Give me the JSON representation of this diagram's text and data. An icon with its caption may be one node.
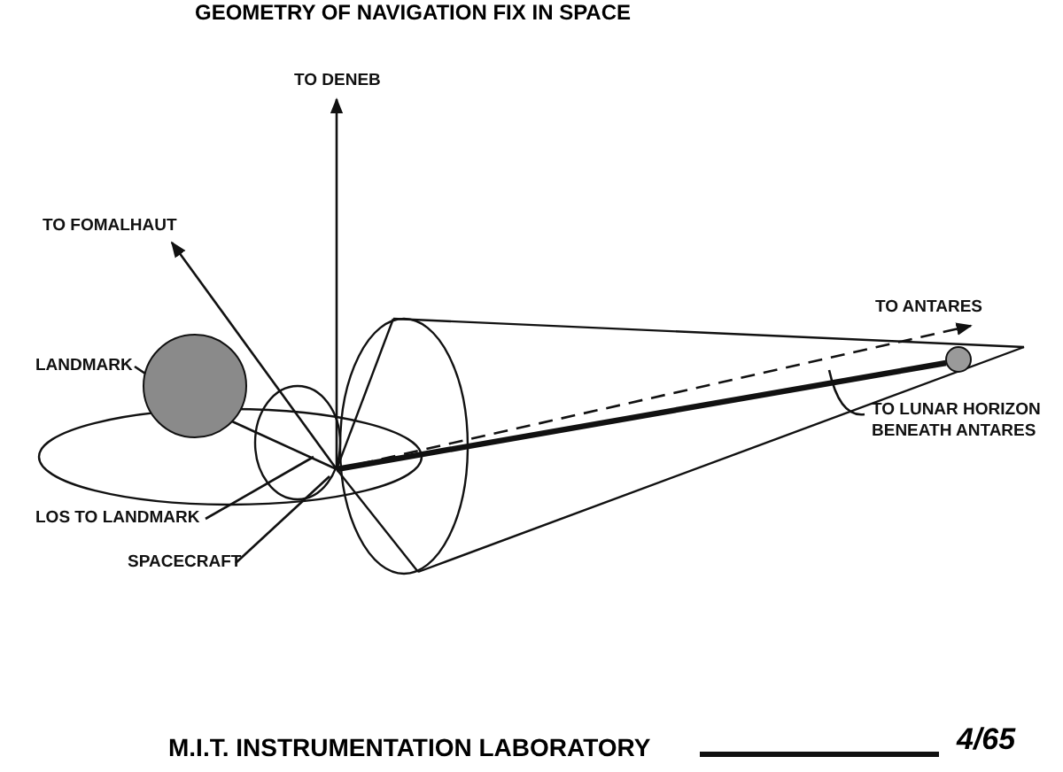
{
  "diagram": {
    "title": "GEOMETRY OF NAVIGATION FIX IN SPACE",
    "nodes": [
      {
        "text": [
          "TO DENEB"
        ]
      },
      {
        "text": [
          "TO FOMALHAUT"
        ]
      },
      {
        "text": [
          "LANDMARK"
        ]
      },
      {
        "text": [],
        "shape": "circle"
      },
      {
        "text": [
          "LOS TO LANDMARK"
        ]
      },
      {
        "text": [
          "SPACECRAFT"
        ]
      },
      {
        "text": [
          "TO ANTARES"
        ]
      },
      {
        "text": [],
        "shape": "circle"
      },
      {
        "text": [
          "TO LUNAR HORIZON BENEATH ANTARES"
        ]
      }
    ],
    "edges": [
      {
        "from": null,
        "to": 0,
        "arrow": "to"
      },
      {
        "from": null,
        "to": 1,
        "arrow": "to"
      },
      {
        "from": 2,
        "to": 3,
        "arrow": "none"
      },
      {
        "from": null,
        "to": 3,
        "arrow": "none"
      },
      {
        "from": 4,
        "to": null,
        "arrow": "none"
      },
      {
        "from": 5,
        "to": null,
        "arrow": "none"
      },
      {
        "from": null,
        "to": 6,
        "arrow": "to",
        "style": "dashed"
      },
      {
        "from": null,
        "to": 7,
        "arrow": "none",
        "style": "thick"
      },
      {
        "from": 8,
        "to": null,
        "arrow": "none"
      }
    ],
    "labels": [
      "M.I.T. INSTRUMENTATION LABORATORY",
      "4/65"
    ]
  }
}
